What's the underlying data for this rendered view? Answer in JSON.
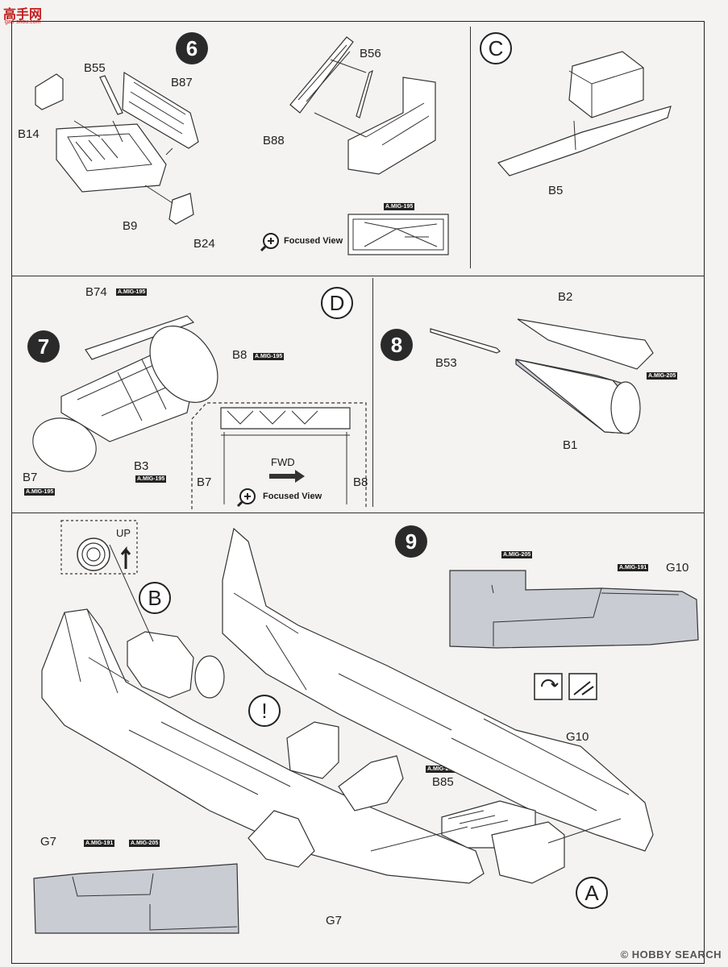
{
  "watermark": {
    "logo": "高手网",
    "logo_sub": "gao-shou.com",
    "brand": "HOBBY SEARCH",
    "copyright": "©"
  },
  "steps": {
    "s6": "6",
    "s7": "7",
    "s8": "8",
    "s9": "9"
  },
  "letters": {
    "a": "A",
    "b": "B",
    "c": "C",
    "d": "D",
    "warn": "!"
  },
  "focused_view": "Focused View",
  "fwd": "FWD",
  "up": "UP",
  "parts": {
    "B55": "B55",
    "B87": "B87",
    "B14": "B14",
    "B9": "B9",
    "B24": "B24",
    "B56": "B56",
    "B88": "B88",
    "B5": "B5",
    "B74": "B74",
    "B8": "B8",
    "B7": "B7",
    "B3": "B3",
    "B2": "B2",
    "B53": "B53",
    "B1": "B1",
    "G10": "G10",
    "G7": "G7",
    "B85": "B85"
  },
  "tags": {
    "mig195": "A.MIG-195",
    "mig205": "A.MIG-205",
    "mig191": "A.MIG-191"
  }
}
